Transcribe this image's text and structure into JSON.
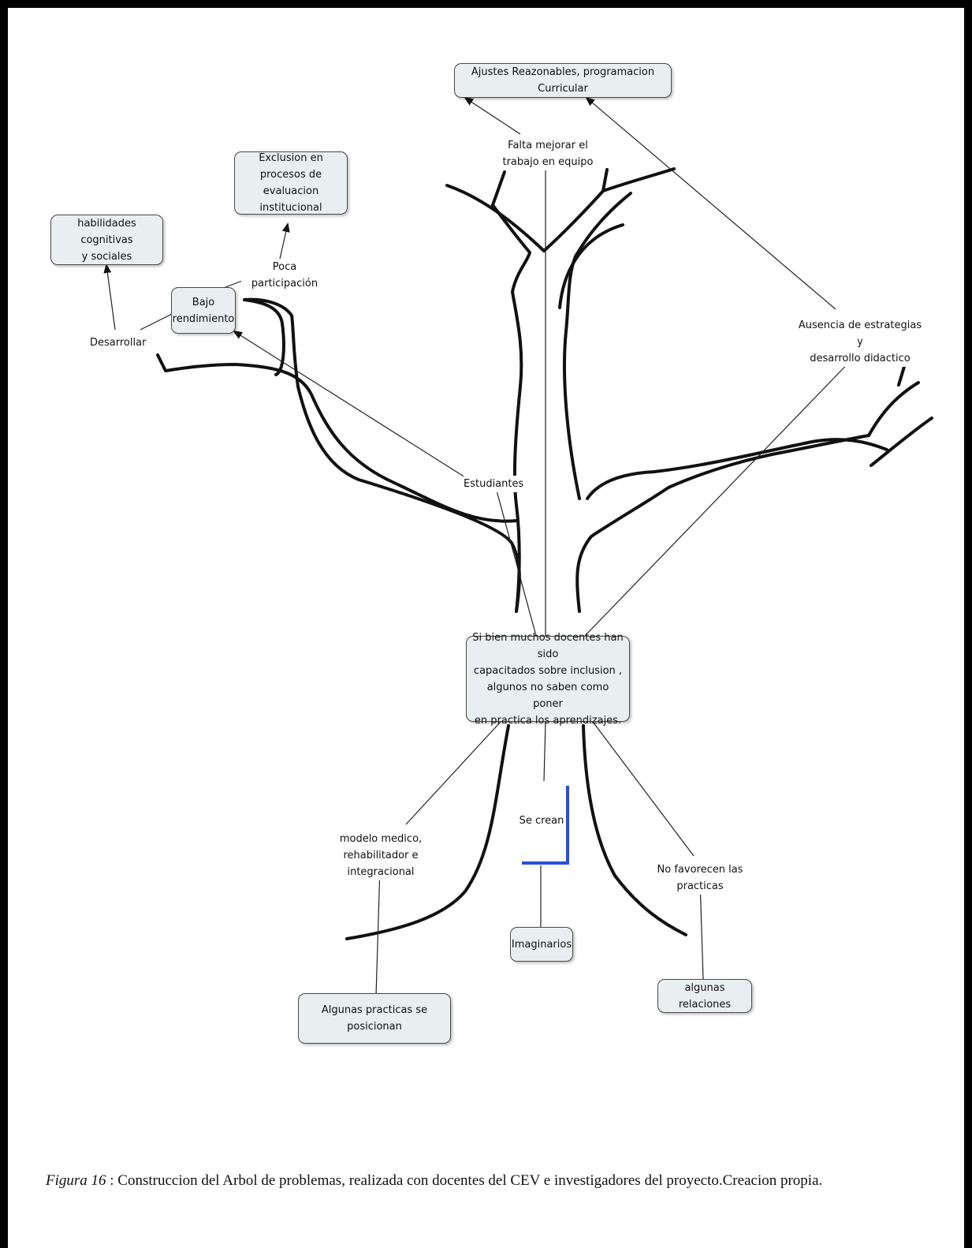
{
  "diagram": {
    "nodes": {
      "ajustes": "Ajustes Reazonables, programacion Curricular",
      "exclusion": "Exclusion en\nprocesos de\nevaluacion institucional",
      "habilidades": "habilidades cognitivas\ny sociales",
      "bajo": "Bajo\nrendimiento",
      "central": "Si bien muchos docentes han sido\ncapacitados sobre inclusion ,\nalgunos no saben como poner\nen practica los aprendizajes.",
      "imaginarios": "Imaginarios",
      "algunas_practicas": "Algunas practicas se posicionan",
      "algunas_relaciones": "algunas relaciones"
    },
    "links": {
      "falta": "Falta mejorar el\ntrabajo en equipo",
      "poca": "Poca participación",
      "desarrollar": "Desarrollar",
      "ausencia": "Ausencia de estrategias y\ndesarrollo didactico",
      "estudiantes": "Estudiantes",
      "se_crean": "Se crean",
      "modelo": "modelo medico,\nrehabilitador e integracional",
      "no_favorecen": "No favorecen las practicas"
    }
  },
  "caption": {
    "label": "Figura 16",
    "text": " : Construccion del Arbol de problemas, realizada con docentes del CEV e investigadores del proyecto.Creacion propia."
  }
}
